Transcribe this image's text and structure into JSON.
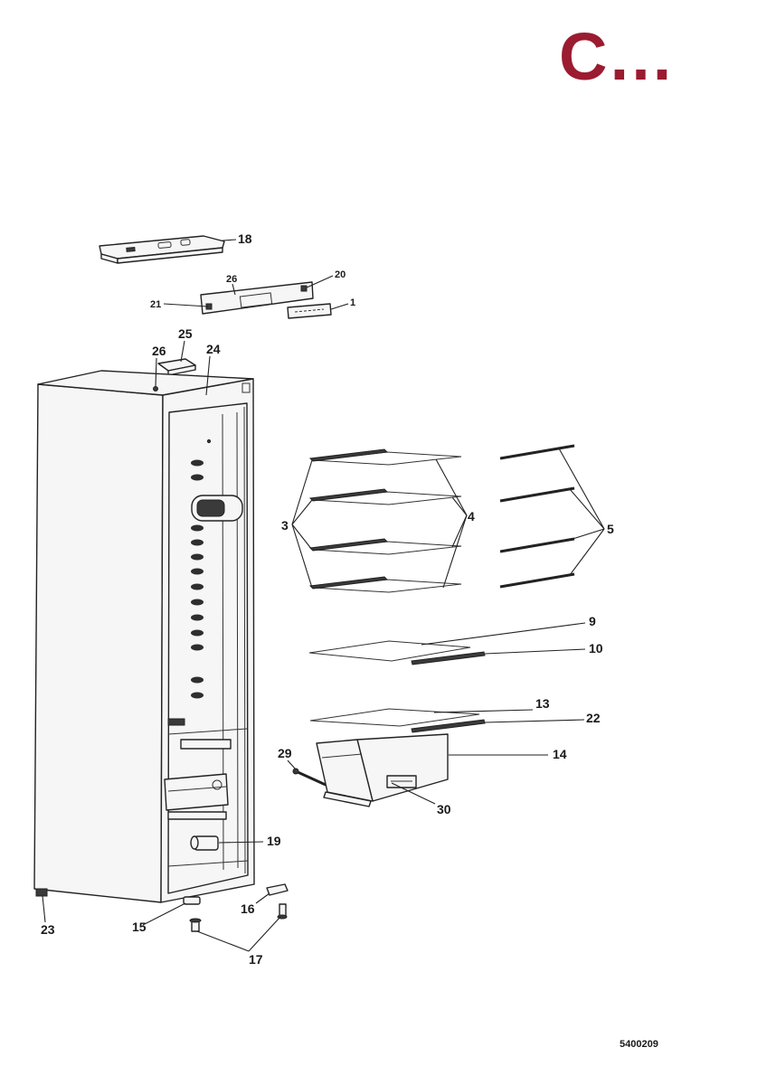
{
  "logo": {
    "text": "C…"
  },
  "colors": {
    "brand": "#9b1b30",
    "line": "#222222"
  },
  "callouts": [
    "18",
    "26",
    "20",
    "21",
    "1",
    "25",
    "26",
    "24",
    "3",
    "4",
    "5",
    "9",
    "10",
    "13",
    "22",
    "29",
    "14",
    "30",
    "19",
    "16",
    "15",
    "23",
    "17"
  ],
  "doc_number": "5400209"
}
